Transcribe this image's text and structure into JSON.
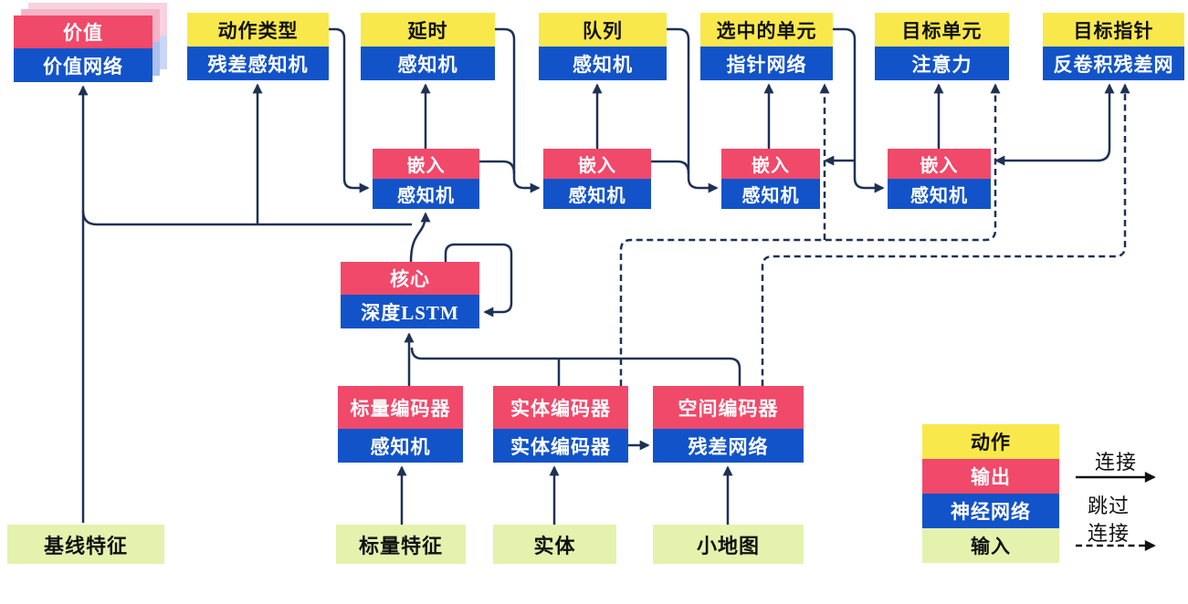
{
  "diagram_title": "AlphaStar-style agent architecture (Chinese)",
  "nodes": {
    "heads": [
      {
        "action": "价值",
        "network": "价值网络",
        "stacked": true
      },
      {
        "action": "动作类型",
        "network": "残差感知机"
      },
      {
        "action": "延时",
        "network": "感知机"
      },
      {
        "action": "队列",
        "network": "感知机"
      },
      {
        "action": "选中的单元",
        "network": "指针网络"
      },
      {
        "action": "目标单元",
        "network": "注意力"
      },
      {
        "action": "目标指针",
        "network": "反卷积残差网"
      }
    ],
    "embeddings": [
      {
        "label": "嵌入",
        "network": "感知机"
      },
      {
        "label": "嵌入",
        "network": "感知机"
      },
      {
        "label": "嵌入",
        "network": "感知机"
      },
      {
        "label": "嵌入",
        "network": "感知机"
      }
    ],
    "core": {
      "label": "核心",
      "network": "深度LSTM"
    },
    "encoders": [
      {
        "label": "标量编码器",
        "network": "感知机"
      },
      {
        "label": "实体编码器",
        "network": "实体编码器"
      },
      {
        "label": "空间编码器",
        "network": "残差网络"
      }
    ],
    "inputs": [
      {
        "label": "基线特征"
      },
      {
        "label": "标量特征"
      },
      {
        "label": "实体"
      },
      {
        "label": "小地图"
      }
    ]
  },
  "legend": {
    "swatches": [
      {
        "label": "动作",
        "color": "#f9e84b"
      },
      {
        "label": "输出",
        "color": "#f0496a"
      },
      {
        "label": "神经网络",
        "color": "#1253c9"
      },
      {
        "label": "输入",
        "color": "#e4f2ae"
      }
    ],
    "solid_connection_label": "连接",
    "skip_connection_label_line1": "跳过",
    "skip_connection_label_line2": "连接"
  },
  "colors": {
    "action_yellow": "#f9e84b",
    "output_red": "#f0496a",
    "network_blue": "#1253c9",
    "input_green": "#e4f2ae",
    "wire_navy": "#1e3155",
    "legend_arrow_black": "#111111",
    "value_stack_pink_outer": "#f8d2de",
    "value_stack_pink_inner": "#f5b3c7",
    "value_stack_blue_outer": "#c9d6f6",
    "value_stack_blue_inner": "#abbff0"
  }
}
